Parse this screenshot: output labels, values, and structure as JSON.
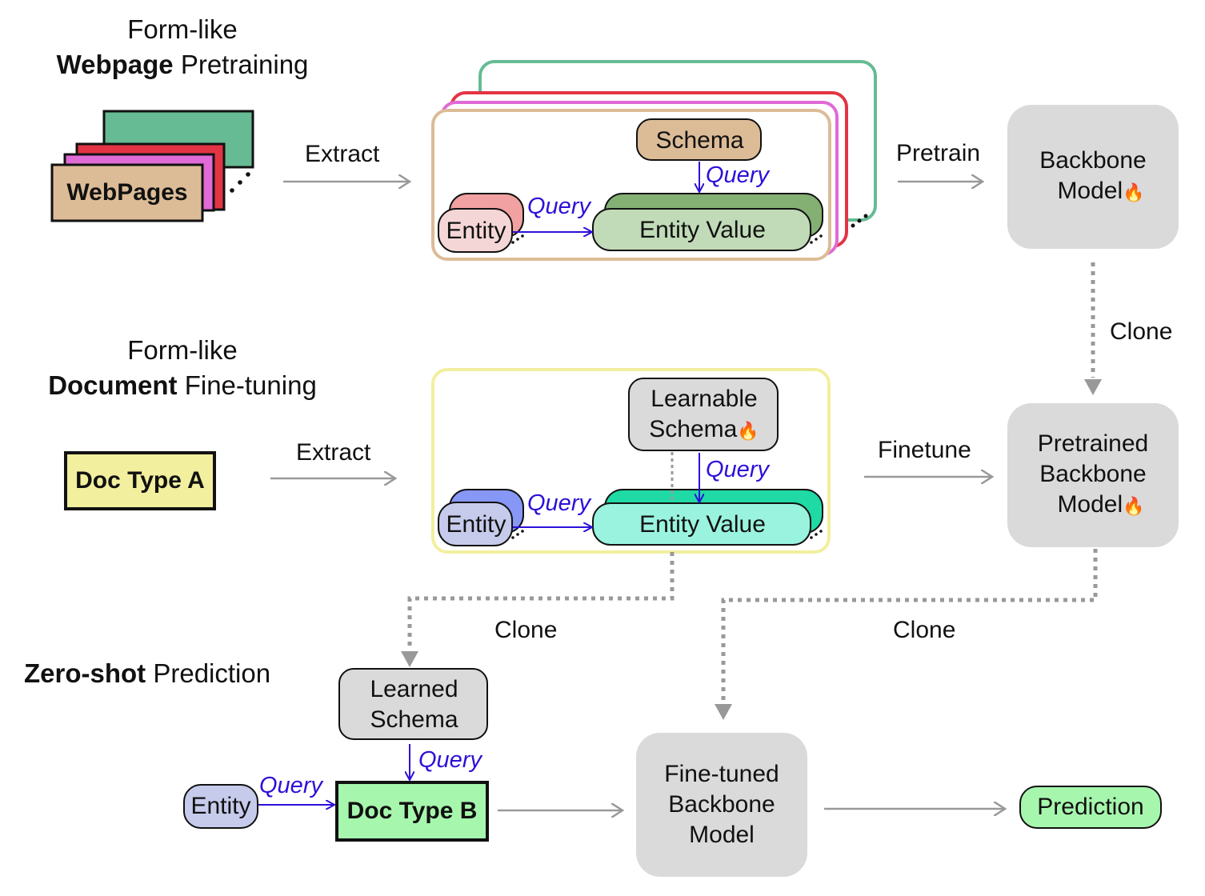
{
  "sections": {
    "pretraining": {
      "line1": "Form-like",
      "bold": "Webpage",
      "rest": " Pretraining"
    },
    "finetuning": {
      "line1": "Form-like",
      "bold": "Document",
      "rest": " Fine-tuning"
    },
    "zeroshot": {
      "bold": "Zero-shot",
      "rest": " Prediction"
    }
  },
  "pretraining": {
    "webpages_label": "WebPages",
    "extract_label": "Extract",
    "schema_label": "Schema",
    "query_label": "Query",
    "entity_label": "Entity",
    "entity_value_label": "Entity Value",
    "pretrain_label": "Pretrain",
    "backbone_label": "Backbone",
    "model_label": "Model",
    "clone_label": "Clone"
  },
  "finetuning": {
    "doc_type_label": "Doc Type A",
    "extract_label": "Extract",
    "learnable_label": "Learnable",
    "schema_label": "Schema",
    "query_label": "Query",
    "entity_label": "Entity",
    "entity_value_label": "Entity Value",
    "finetune_label": "Finetune",
    "pretrained_label": "Pretrained",
    "backbone_label": "Backbone",
    "model_label": "Model"
  },
  "zeroshot": {
    "clone_left_label": "Clone",
    "clone_right_label": "Clone",
    "learned_label": "Learned",
    "schema_label": "Schema",
    "query_label": "Query",
    "entity_label": "Entity",
    "doc_type_label": "Doc Type B",
    "finetuned_line1": "Fine-tuned",
    "finetuned_line2": "Backbone",
    "finetuned_line3": "Model",
    "prediction_label": "Prediction"
  },
  "icons": {
    "fire": "fire-icon"
  },
  "colors": {
    "tan": "#dcbc97",
    "green": "#66bb94",
    "red": "#e23444",
    "pink": "#e06ad6",
    "yellow": "#f2ef9e",
    "query_blue": "#2c10d8",
    "gray_box": "#dadada",
    "mint": "#9af3de",
    "teal": "#1fdaa5",
    "blue": "#8797f5",
    "lavender": "#c6cbeb",
    "light_green": "#a6f7ad",
    "entity_pink": "#f1a1a1",
    "entity_pink_light": "#f5d6d6",
    "dark_green": "#84b073",
    "light_sage": "#c1dbb8"
  }
}
